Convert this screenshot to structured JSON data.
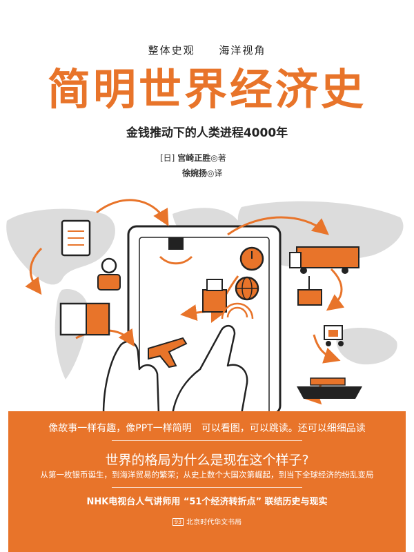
{
  "cover": {
    "tagline_left": "整体史观",
    "tagline_right": "海洋视角",
    "title": "简明世界经济史",
    "subtitle": "金钱推动下的人类进程4000年",
    "author_line": "[日]",
    "author_name": "宫崎正胜",
    "author_role": "◎著",
    "translator_name": "徐婉扬",
    "translator_role": "◎译"
  },
  "band": {
    "line1": "像故事一样有趣，像PPT一样简明　可以看图，可以跳读。还可以细细品读",
    "question": "世界的格局为什么是现在这个样子?",
    "desc": "从第一枚银币诞生，到海洋贸易的繁荣；从史上数个大国次第崛起，到当下全球经济的纷乱变局",
    "nhk": "NHK电视台人气讲师用 “51个经济转折点” 联结历史与现实",
    "publisher_logo": "93",
    "publisher": "北京时代华文书局"
  },
  "colors": {
    "accent": "#e8742a",
    "map": "#dcdcdc",
    "ink": "#222222"
  }
}
